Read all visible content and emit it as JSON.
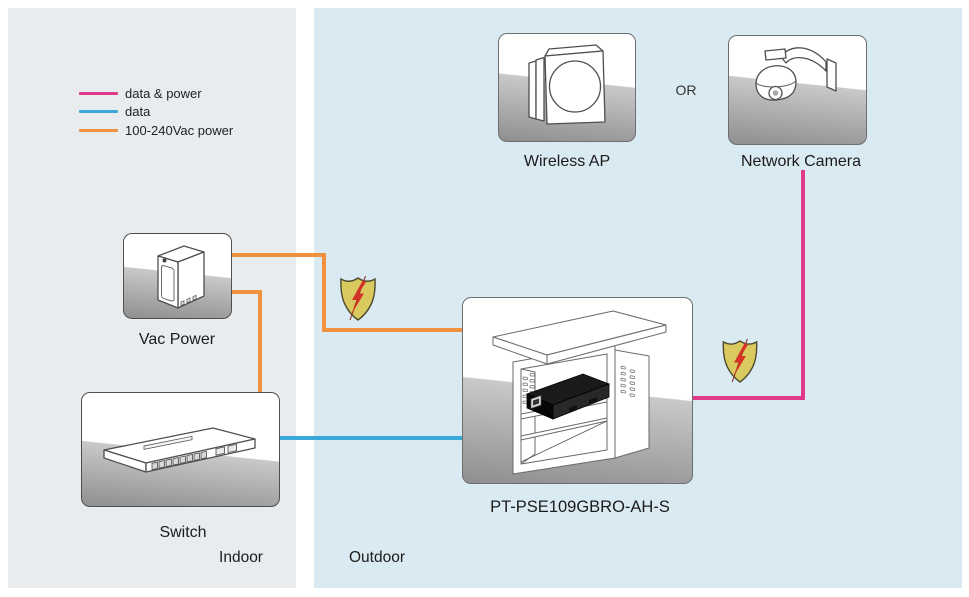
{
  "colors": {
    "data_power": "#e0398a",
    "data": "#3aa9da",
    "vac_power_line": "#f0913e",
    "panel_indoor_bg": "#e8ecef",
    "panel_outdoor_bg": "#daeaf2",
    "shield_fill": "#d9c95e",
    "bolt_red": "#d43226"
  },
  "legend": {
    "items": [
      {
        "label": "data & power"
      },
      {
        "label": "data"
      },
      {
        "label": "100-240Vac power"
      }
    ]
  },
  "nodes": {
    "vac_power": {
      "label": "Vac Power"
    },
    "switch": {
      "label": "Switch"
    },
    "wireless_ap": {
      "label": "Wireless AP"
    },
    "network_camera": {
      "label": "Network Camera"
    },
    "poe_injector": {
      "label": "PT-PSE109GBRO-AH-S"
    }
  },
  "zones": {
    "indoor": "Indoor",
    "outdoor": "Outdoor"
  },
  "or_label": "OR"
}
